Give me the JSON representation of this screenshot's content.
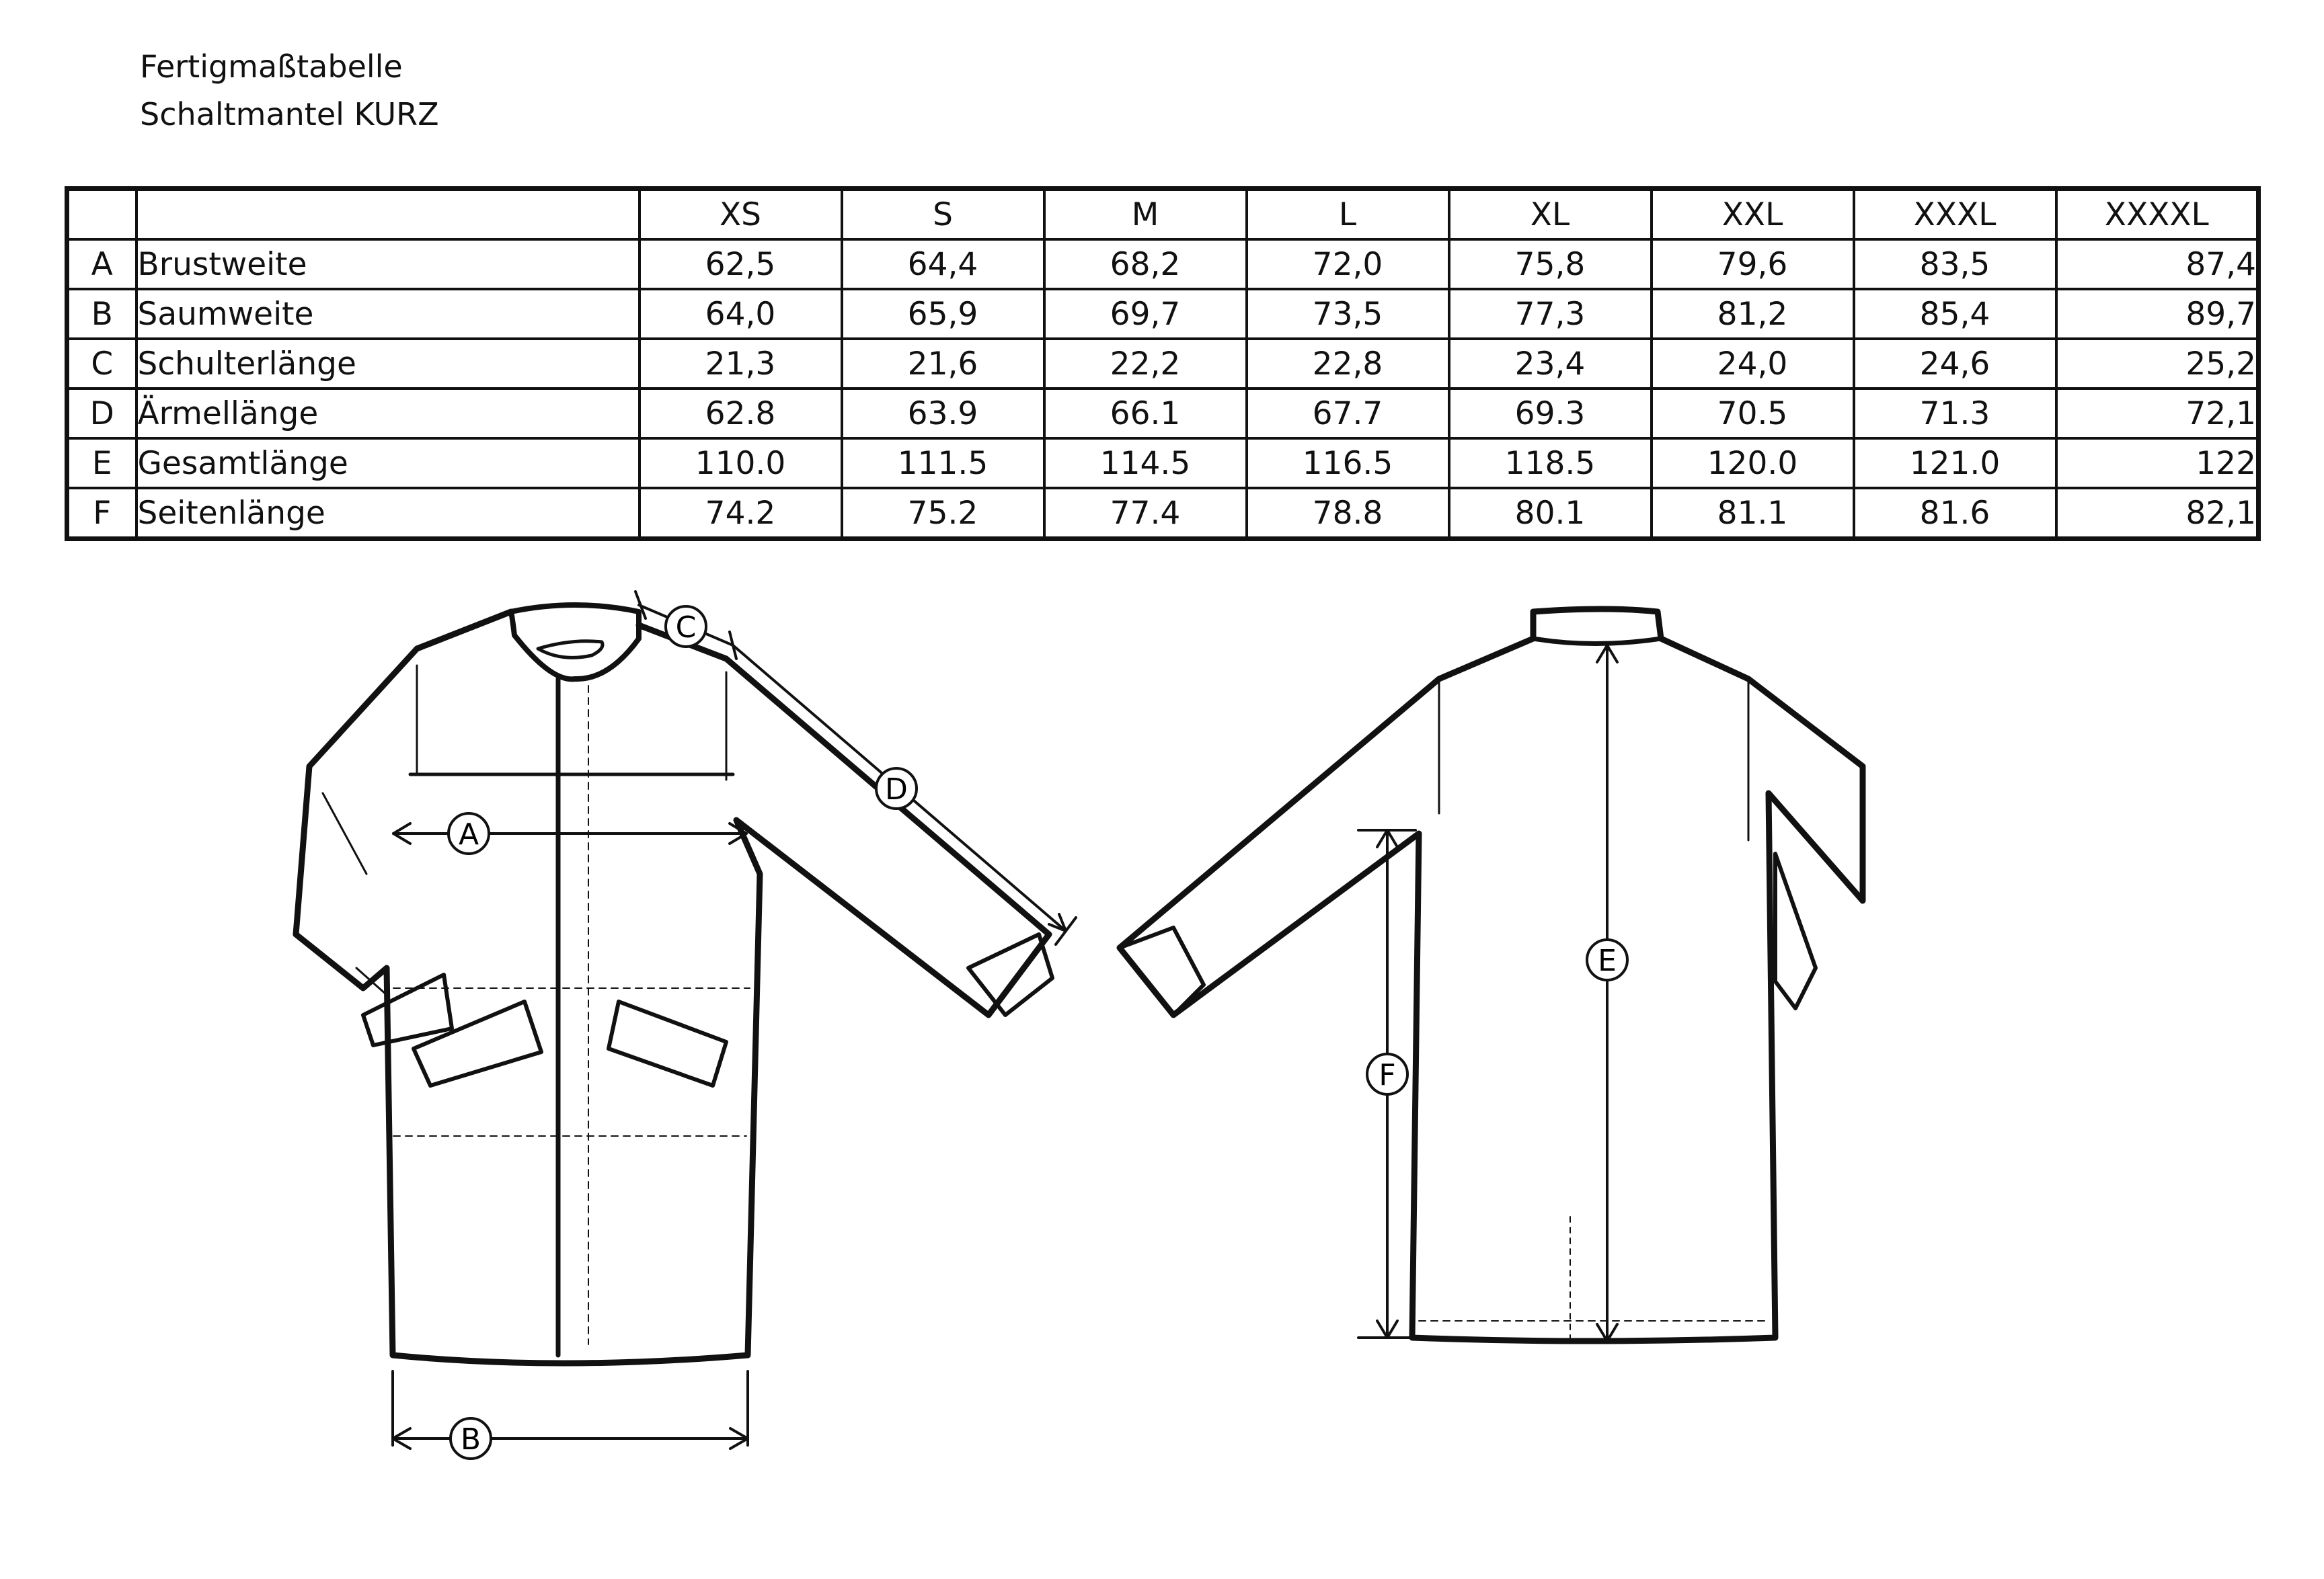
{
  "document": {
    "title_line1": "Fertigmaßtabelle",
    "title_line2": "Schaltmantel KURZ"
  },
  "table": {
    "headers": [
      "",
      "",
      "XS",
      "S",
      "M",
      "L",
      "XL",
      "XXL",
      "XXXL",
      "XXXXL"
    ],
    "rows": [
      {
        "code": "A",
        "label": "Brustweite",
        "values": [
          "62,5",
          "64,4",
          "68,2",
          "72,0",
          "75,8",
          "79,6",
          "83,5",
          "87,4"
        ]
      },
      {
        "code": "B",
        "label": "Saumweite",
        "values": [
          "64,0",
          "65,9",
          "69,7",
          "73,5",
          "77,3",
          "81,2",
          "85,4",
          "89,7"
        ]
      },
      {
        "code": "C",
        "label": "Schulterlänge",
        "values": [
          "21,3",
          "21,6",
          "22,2",
          "22,8",
          "23,4",
          "24,0",
          "24,6",
          "25,2"
        ]
      },
      {
        "code": "D",
        "label": "Ärmellänge",
        "values": [
          "62.8",
          "63.9",
          "66.1",
          "67.7",
          "69.3",
          "70.5",
          "71.3",
          "72,1"
        ]
      },
      {
        "code": "E",
        "label": "Gesamtlänge",
        "values": [
          "110.0",
          "111.5",
          "114.5",
          "116.5",
          "118.5",
          "120.0",
          "121.0",
          "122"
        ]
      },
      {
        "code": "F",
        "label": "Seitenlänge",
        "values": [
          "74.2",
          "75.2",
          "77.4",
          "78.8",
          "80.1",
          "81.1",
          "81.6",
          "82,1"
        ]
      }
    ]
  },
  "diagram": {
    "front_callouts": [
      "A",
      "B",
      "C",
      "D"
    ],
    "back_callouts": [
      "E",
      "F"
    ]
  }
}
